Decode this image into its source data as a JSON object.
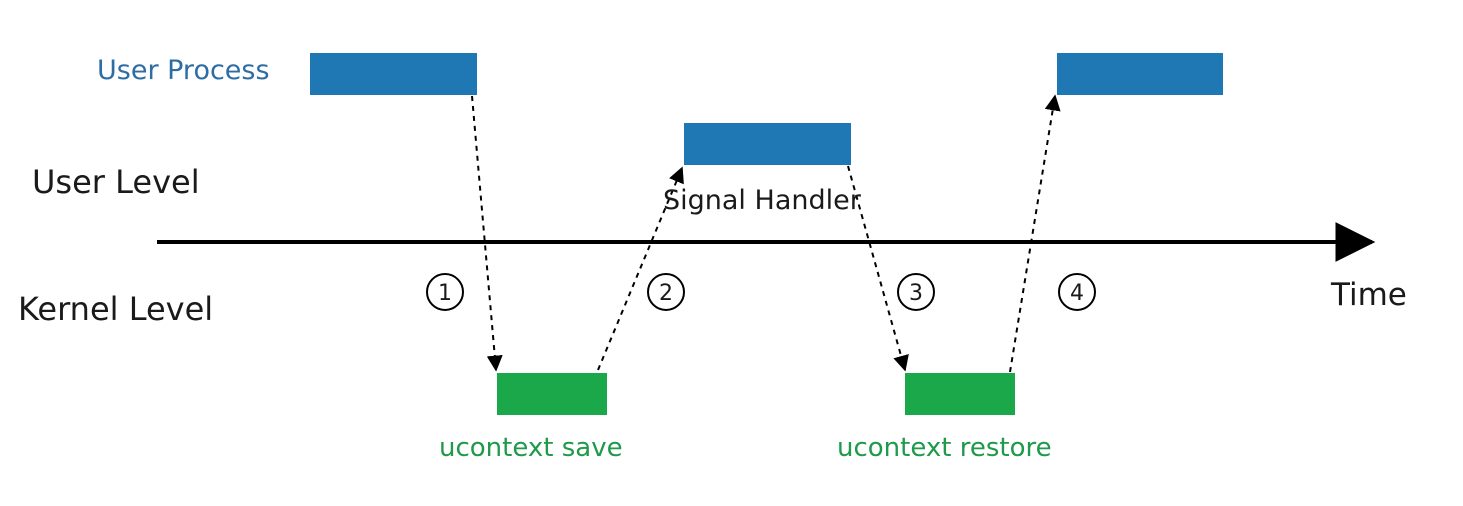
{
  "labels": {
    "user_process": "User Process",
    "user_level": "User Level",
    "kernel_level": "Kernel Level",
    "signal_handler": "Signal Handler",
    "time": "Time",
    "ucontext_save": "ucontext save",
    "ucontext_restore": "ucontext restore"
  },
  "steps": [
    "1",
    "2",
    "3",
    "4"
  ],
  "colors": {
    "user_block": "#1f77b4",
    "user_label": "#2e6da4",
    "kernel_block": "#1aa84a",
    "kernel_label": "#1e9a4a",
    "text": "#1a1a1a",
    "axis": "#000000"
  }
}
